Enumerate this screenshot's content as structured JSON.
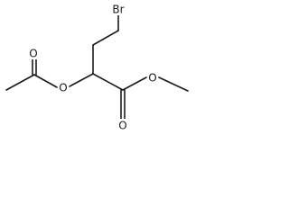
{
  "molecule": {
    "atoms": {
      "bromine": "Br",
      "ester_carbonyl_oxygen": "O",
      "acetyl_carbonyl_oxygen": "O",
      "acetate_ether_oxygen": "O",
      "methoxy_oxygen": "O"
    }
  }
}
